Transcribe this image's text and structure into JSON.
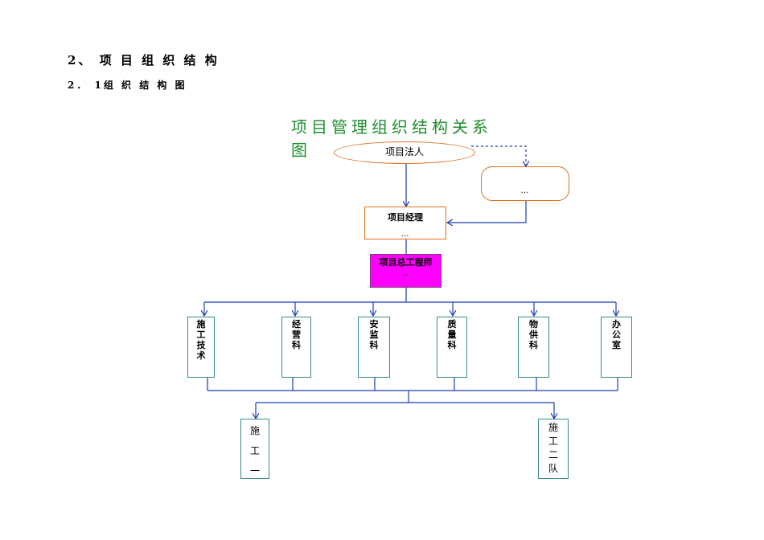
{
  "headings": {
    "section": "2、 项 目 组 织 结 构",
    "subsection": "2． 1组 织 结 构 图"
  },
  "diagram": {
    "title": "项目管理组织结构关系图",
    "legal_person": "项目法人",
    "side_box": "…",
    "project_manager": "项目经理",
    "project_manager_sub": "…",
    "chief_engineer": "项目总工程师",
    "chief_engineer_sub": "‥",
    "departments": [
      "施工技术",
      "经营科",
      "安监科",
      "质量科",
      "物供科",
      "办公室"
    ],
    "teams": [
      "施工一",
      "施工二队"
    ]
  },
  "colors": {
    "title": "#1f8f2f",
    "node_border": "#e07020",
    "chief_fill": "#ff00ff",
    "dept_border": "#3a8a8a",
    "connector": "#1a3fb5"
  }
}
